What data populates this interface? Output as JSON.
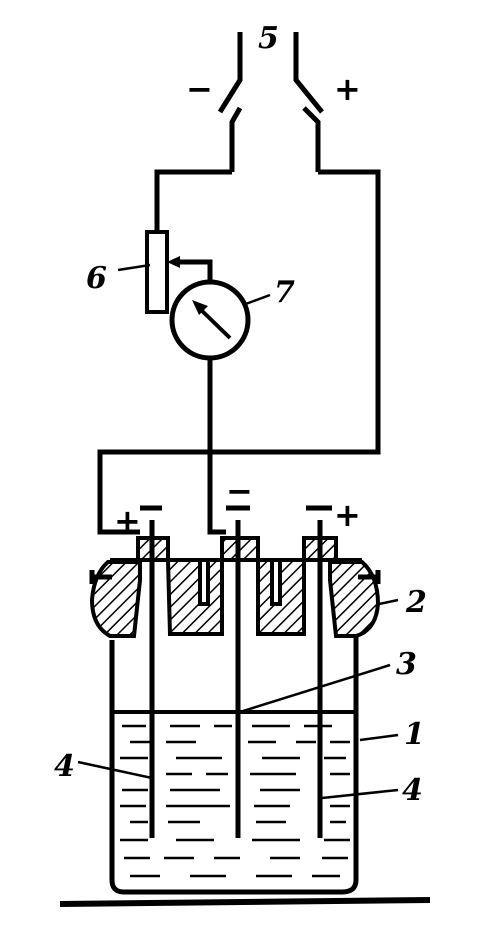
{
  "labels": {
    "switch": "5",
    "rheostat": "6",
    "meter": "7",
    "stopper": "2",
    "middle_electrode": "3",
    "vessel": "1",
    "electrode_left": "4",
    "electrode_right": "4"
  },
  "signs": {
    "switch_minus": "−",
    "switch_plus": "+",
    "terminal_left": "+",
    "terminal_middle": "−",
    "terminal_right": "+"
  }
}
